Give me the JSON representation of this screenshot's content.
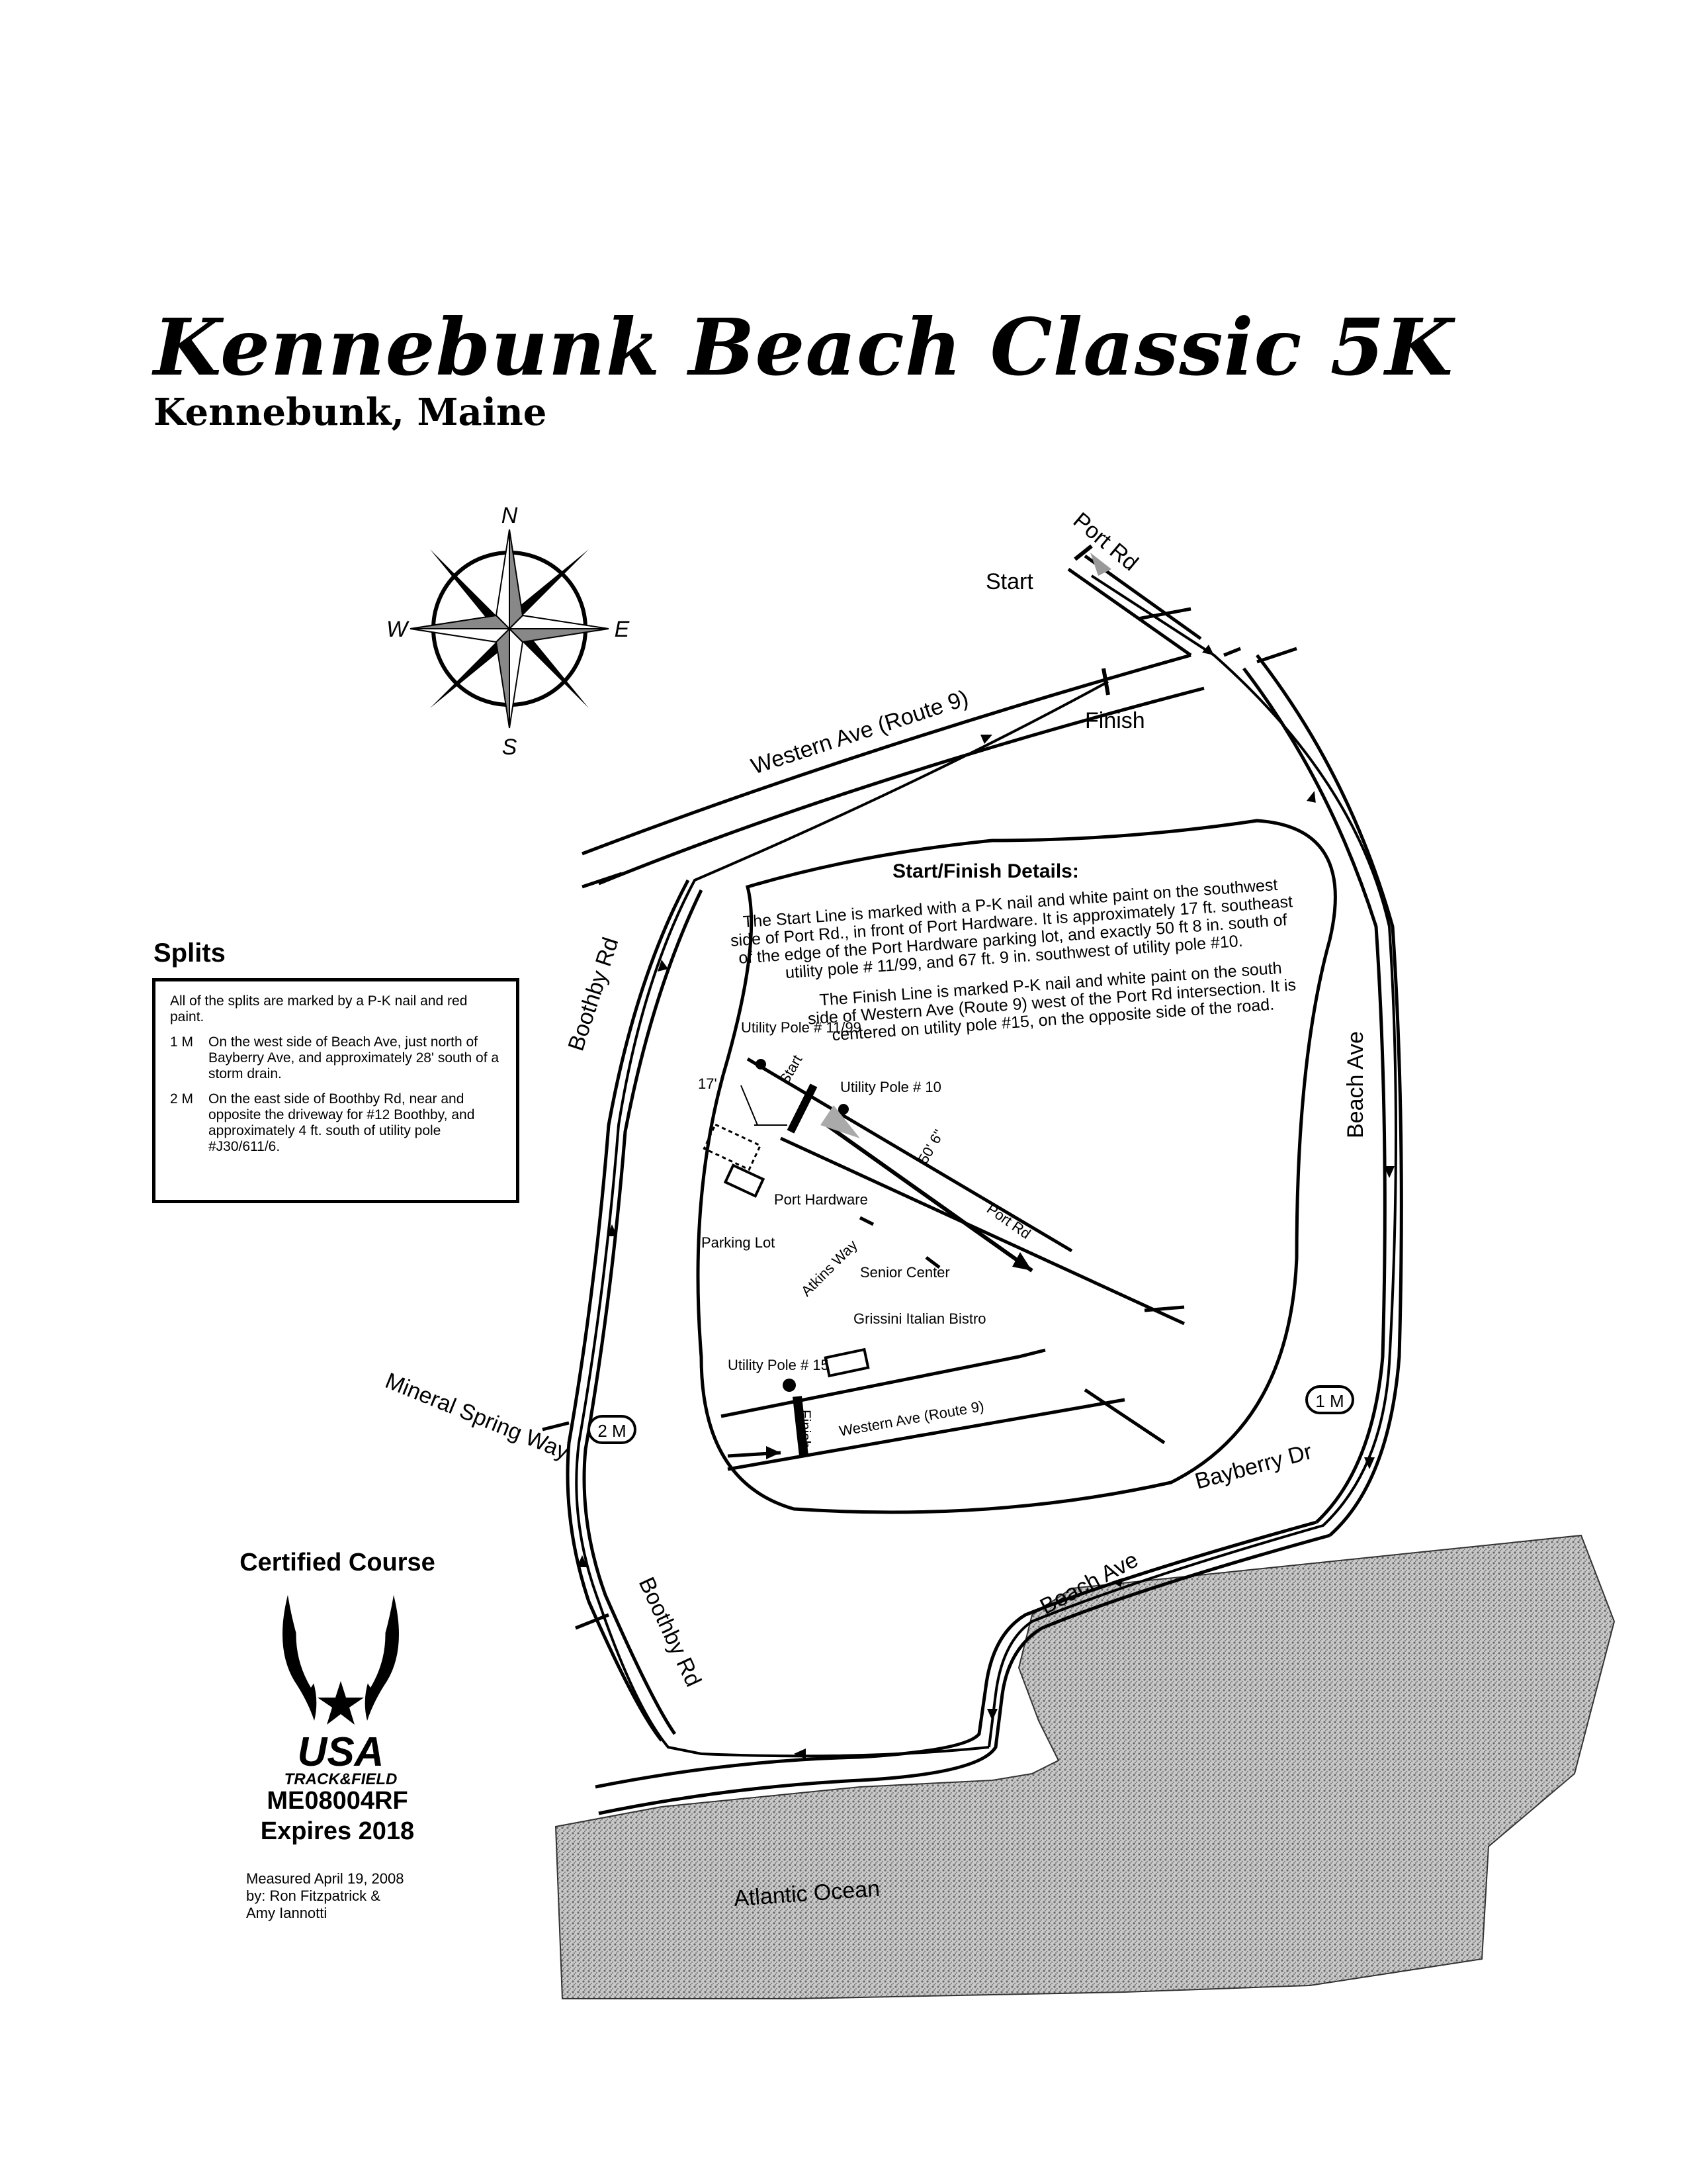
{
  "header": {
    "title": "Kennebunk Beach Classic 5K",
    "subtitle": "Kennebunk, Maine"
  },
  "compass": {
    "north": "N",
    "south": "S",
    "east": "E",
    "west": "W"
  },
  "splits": {
    "heading": "Splits",
    "intro": "All of the splits are marked by a P-K nail and red paint.",
    "items": [
      {
        "mark": "1 M",
        "text": "On the west side of Beach Ave, just north of Bayberry Ave, and approximately 28' south of a storm drain."
      },
      {
        "mark": "2 M",
        "text": "On the east side of Boothby Rd, near and opposite the driveway for #12 Boothby, and approximately 4 ft. south of utility pole #J30/611/6."
      }
    ]
  },
  "details": {
    "heading": "Start/Finish Details:",
    "start_text": "The Start Line is marked with a P-K nail and white paint on the southwest side of Port Rd., in front of Port Hardware. It is approximately 17 ft. southeast of the edge of the Port Hardware parking lot, and exactly 50 ft 8 in. south of utility pole # 11/99, and 67 ft. 9 in. southwest of utility pole #10.",
    "finish_text": "The Finish Line is marked P-K nail and white paint on the south side of Western Ave (Route 9) west of the Port Rd intersection. It is centered on utility pole #15, on the opposite side of the road."
  },
  "map_labels": {
    "port_rd": "Port Rd",
    "start": "Start",
    "finish": "Finish",
    "western_ave": "Western Ave (Route 9)",
    "boothby_rd": "Boothby Rd",
    "beach_ave": "Beach Ave",
    "bayberry_dr": "Bayberry Dr",
    "mineral_spring_way": "Mineral Spring Way",
    "atlantic_ocean": "Atlantic Ocean",
    "mile_1": "1 M",
    "mile_2": "2 M"
  },
  "inset_labels": {
    "utility_pole_1199": "Utility Pole # 11/99",
    "utility_pole_10": "Utility Pole # 10",
    "start": "Start",
    "distance_17": "17'",
    "distance_50": "50' 6\"",
    "port_hardware": "Port Hardware",
    "parking_lot": "Parking Lot",
    "atkins_way": "Atkins Way",
    "senior_center": "Senior Center",
    "port_rd": "Port Rd",
    "grissini": "Grissini Italian Bistro",
    "utility_pole_15": "Utility Pole # 15",
    "finish": "Finish",
    "western_ave": "Western Ave (Route 9)"
  },
  "certification": {
    "heading": "Certified Course",
    "logo_text": "USA",
    "logo_subtext": "TRACK&FIELD",
    "course_id": "ME08004RF",
    "expires": "Expires 2018",
    "measured_line1": "Measured April 19, 2008",
    "measured_line2": "by: Ron Fitzpatrick &",
    "measured_line3": "Amy Iannotti"
  },
  "colors": {
    "ink": "#000000",
    "ocean": "#9a9a9a",
    "paper": "#ffffff"
  }
}
